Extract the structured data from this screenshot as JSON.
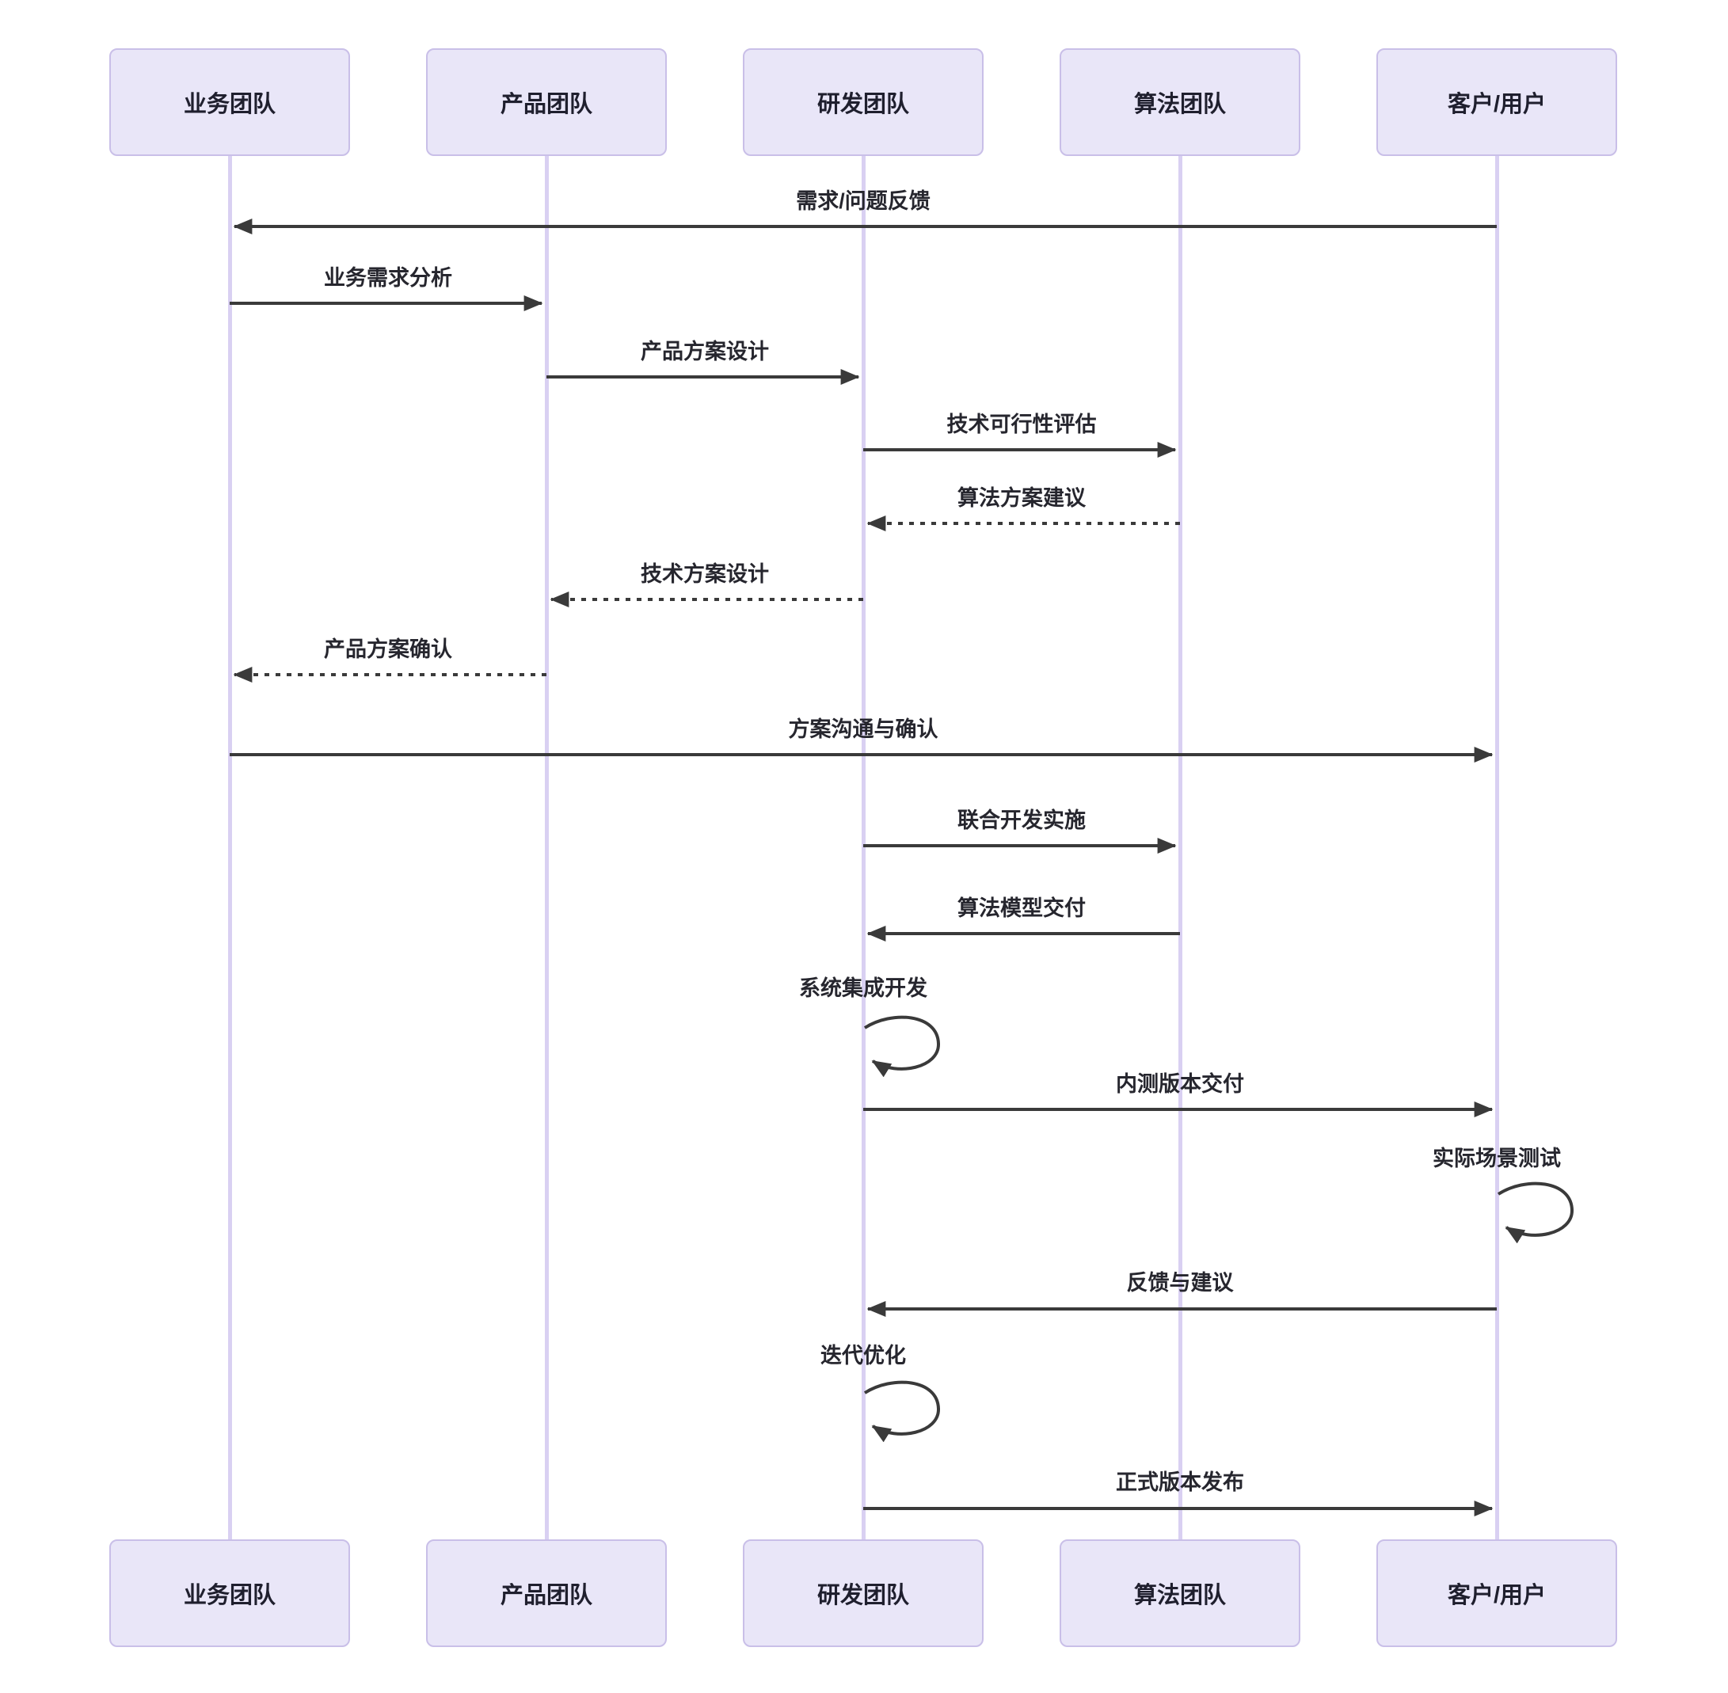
{
  "actors": [
    {
      "name": "业务团队"
    },
    {
      "name": "产品团队"
    },
    {
      "name": "研发团队"
    },
    {
      "name": "算法团队"
    },
    {
      "name": "客户/用户"
    }
  ],
  "messages": [
    {
      "label": "需求/问题反馈",
      "from": "客户/用户",
      "to": "业务团队",
      "line": "solid"
    },
    {
      "label": "业务需求分析",
      "from": "业务团队",
      "to": "产品团队",
      "line": "solid"
    },
    {
      "label": "产品方案设计",
      "from": "产品团队",
      "to": "研发团队",
      "line": "solid"
    },
    {
      "label": "技术可行性评估",
      "from": "研发团队",
      "to": "算法团队",
      "line": "solid"
    },
    {
      "label": "算法方案建议",
      "from": "算法团队",
      "to": "研发团队",
      "line": "dotted"
    },
    {
      "label": "技术方案设计",
      "from": "研发团队",
      "to": "产品团队",
      "line": "dotted"
    },
    {
      "label": "产品方案确认",
      "from": "产品团队",
      "to": "业务团队",
      "line": "dotted"
    },
    {
      "label": "方案沟通与确认",
      "from": "业务团队",
      "to": "客户/用户",
      "line": "solid"
    },
    {
      "label": "联合开发实施",
      "from": "研发团队",
      "to": "算法团队",
      "line": "solid"
    },
    {
      "label": "算法模型交付",
      "from": "算法团队",
      "to": "研发团队",
      "line": "solid"
    },
    {
      "label": "系统集成开发",
      "from": "研发团队",
      "to": "研发团队",
      "line": "self"
    },
    {
      "label": "内测版本交付",
      "from": "研发团队",
      "to": "客户/用户",
      "line": "solid"
    },
    {
      "label": "实际场景测试",
      "from": "客户/用户",
      "to": "客户/用户",
      "line": "self"
    },
    {
      "label": "反馈与建议",
      "from": "客户/用户",
      "to": "研发团队",
      "line": "solid"
    },
    {
      "label": "迭代优化",
      "from": "研发团队",
      "to": "研发团队",
      "line": "self"
    },
    {
      "label": "正式版本发布",
      "from": "研发团队",
      "to": "客户/用户",
      "line": "solid"
    }
  ],
  "colors": {
    "actor_fill": "#e9e6f8",
    "actor_border": "#c9bfe8",
    "lifeline": "#d9d0f2",
    "arrow": "#3a3a3a",
    "text": "#26262e",
    "background": "#ffffff"
  }
}
